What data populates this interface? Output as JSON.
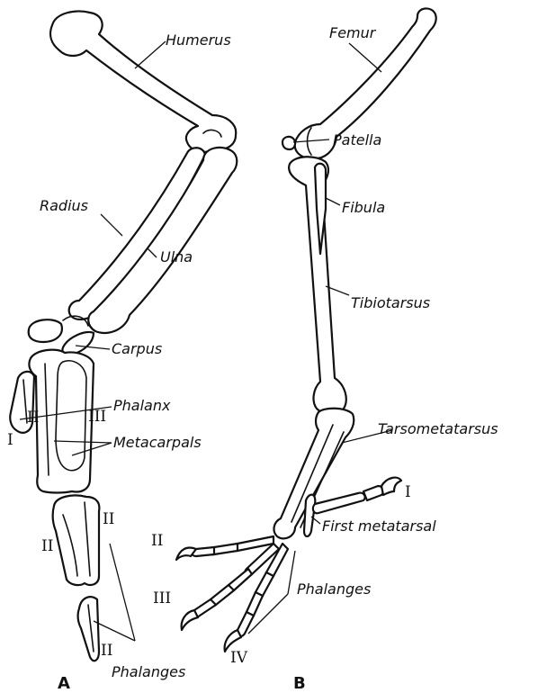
{
  "panel_a": {
    "letter": "A",
    "labels": {
      "humerus": "Humerus",
      "radius": "Radius",
      "ulna": "Ulna",
      "carpus": "Carpus",
      "phalanx": "Phalanx",
      "metacarpals": "Metacarpals",
      "phalanges": "Phalanges"
    },
    "digits": {
      "metacarpal_1": "I",
      "metacarpal_2": "II",
      "metacarpal_3": "III",
      "phalanx_left": "II",
      "phalanx_right_top": "II",
      "phalanx_bottom": "II"
    }
  },
  "panel_b": {
    "letter": "B",
    "labels": {
      "femur": "Femur",
      "patella": "Patella",
      "fibula": "Fibula",
      "tibiotarsus": "Tibiotarsus",
      "tarsometatarsus": "Tarsometatarsus",
      "first_metatarsal": "First metatarsal",
      "phalanges": "Phalanges"
    },
    "digits": {
      "toe_1": "I",
      "toe_2": "II",
      "toe_3": "III",
      "toe_4": "IV"
    }
  }
}
